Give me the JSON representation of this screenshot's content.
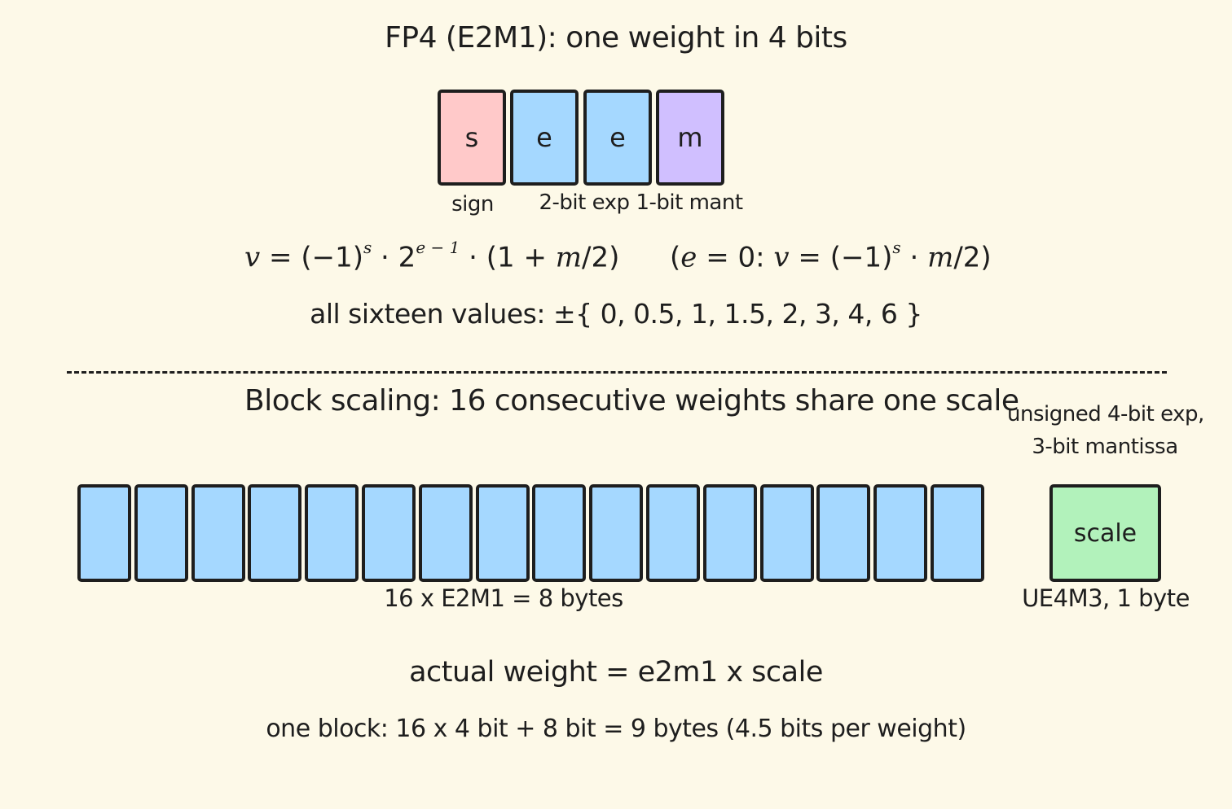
{
  "top": {
    "title": "FP4 (E2M1): one weight in 4 bits",
    "bits": [
      {
        "letter": "s",
        "color": "#ffc9c9"
      },
      {
        "letter": "e",
        "color": "#a5d8ff"
      },
      {
        "letter": "e",
        "color": "#a5d8ff"
      },
      {
        "letter": "m",
        "color": "#d0bfff"
      }
    ],
    "labels": {
      "sign": "sign",
      "exp": "2-bit exp",
      "mant": "1-bit mant"
    },
    "formula_main": {
      "v": "v",
      "eq1": " = (−1)",
      "s1": "s",
      "dot1": " · 2",
      "exp": "e − 1",
      "rest": " · (1 + ",
      "m": "m",
      "close": "/2)"
    },
    "formula_zero": {
      "open": "(",
      "e": "e",
      "eq0": " = 0: ",
      "v": "v",
      "eq": " = (−1)",
      "s": "s",
      "dot": " · ",
      "m": "m",
      "close": "/2)"
    },
    "values_line": "all sixteen values:  ±{ 0,  0.5,  1,  1.5,  2,  3,  4,  6 }"
  },
  "bottom": {
    "title": "Block scaling: 16 consecutive weights share one scale",
    "scale_note_line1": "unsigned 4-bit exp,",
    "scale_note_line2": "3-bit mantissa",
    "weight_count": 16,
    "weights_label": "16 x E2M1  =  8 bytes",
    "scale_label": "scale",
    "scale_caption": "UE4M3, 1 byte",
    "formula": "actual weight  =  e2m1  x  scale",
    "summary": "one block:  16 x 4 bit + 8 bit  =  9 bytes   (4.5 bits per weight)"
  },
  "colors": {
    "background": "#fdf9e8",
    "sign": "#ffc9c9",
    "exponent": "#a5d8ff",
    "mantissa": "#d0bfff",
    "weight": "#a5d8ff",
    "scale": "#b2f2bb",
    "stroke": "#1e1e1e"
  }
}
